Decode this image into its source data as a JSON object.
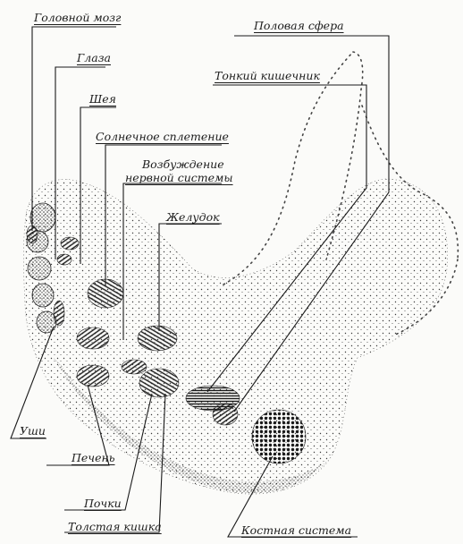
{
  "labels": {
    "brain": "Головной мозг",
    "eyes": "Глаза",
    "neck": "Шея",
    "solar_plexus": "Солнечное сплетение",
    "nervous_excitation_1": "Возбуждение",
    "nervous_excitation_2": "нервной системы",
    "stomach": "Желудок",
    "genital_area": "Половая сфера",
    "small_intestine": "Тонкий кишечник",
    "ears": "Уши",
    "liver": "Печень",
    "kidneys": "Почки",
    "large_intestine": "Толстая кишка",
    "skeletal_system": "Костная система"
  },
  "colors": {
    "ink": "#1c1c1c",
    "paper": "#fbfbf9"
  }
}
